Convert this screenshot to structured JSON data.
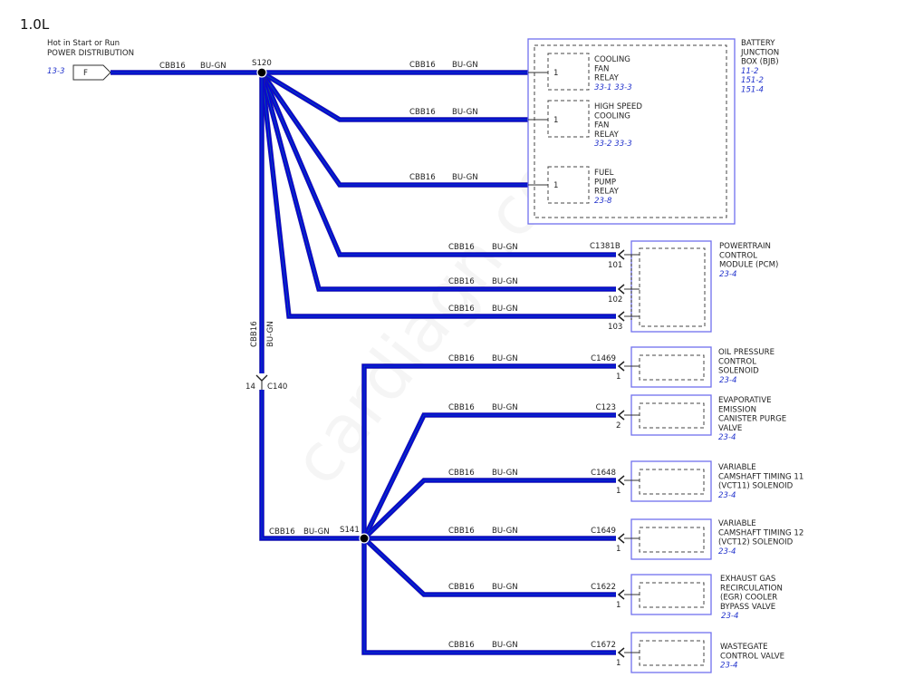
{
  "title": "1.0L",
  "power": {
    "line1": "Hot in Start or Run",
    "line2": "POWER DISTRIBUTION",
    "ref": "13-3",
    "fuse_label": "F"
  },
  "wire": {
    "circuit": "CBB16",
    "color": "BU-GN"
  },
  "colors": {
    "wire": "#0000e0",
    "stripe": "#1e8a6a",
    "component_border": "#7070ee",
    "reference": "#2233cc"
  },
  "splices": {
    "s120": "S120",
    "s141": "S141"
  },
  "inline_connector": {
    "id": "C140",
    "pin": "14"
  },
  "bjb": {
    "name": [
      "BATTERY",
      "JUNCTION",
      "BOX (BJB)"
    ],
    "refs": [
      "11-2",
      "151-2",
      "151-4"
    ],
    "relays": [
      {
        "pin": "1",
        "name": [
          "COOLING",
          "FAN",
          "RELAY"
        ],
        "refs": "33-1    33-3"
      },
      {
        "pin": "1",
        "name": [
          "HIGH SPEED",
          "COOLING",
          "FAN",
          "RELAY"
        ],
        "refs": "33-2    33-3"
      },
      {
        "pin": "1",
        "name": [
          "FUEL",
          "PUMP",
          "RELAY"
        ],
        "refs": "23-8"
      }
    ]
  },
  "pcm": {
    "connector": "C1381B",
    "name": [
      "POWERTRAIN",
      "CONTROL",
      "MODULE (PCM)"
    ],
    "ref": "23-4",
    "pins": [
      "101",
      "102",
      "103"
    ]
  },
  "components": [
    {
      "connector": "C1469",
      "pin": "1",
      "name": [
        "OIL PRESSURE",
        "CONTROL",
        "SOLENOID"
      ],
      "ref": "23-4"
    },
    {
      "connector": "C123",
      "pin": "2",
      "name": [
        "EVAPORATIVE",
        "EMISSION",
        "CANISTER PURGE",
        "VALVE"
      ],
      "ref": "23-4"
    },
    {
      "connector": "C1648",
      "pin": "1",
      "name": [
        "VARIABLE",
        "CAMSHAFT TIMING 11",
        "(VCT11) SOLENOID"
      ],
      "ref": "23-4"
    },
    {
      "connector": "C1649",
      "pin": "1",
      "name": [
        "VARIABLE",
        "CAMSHAFT TIMING 12",
        "(VCT12) SOLENOID"
      ],
      "ref": "23-4"
    },
    {
      "connector": "C1622",
      "pin": "1",
      "name": [
        "EXHAUST GAS",
        "RECIRCULATION",
        "(EGR) COOLER",
        "BYPASS VALVE"
      ],
      "ref": "23-4"
    },
    {
      "connector": "C1672",
      "pin": "1",
      "name": [
        "WASTEGATE",
        "CONTROL VALVE"
      ],
      "ref": "23-4"
    }
  ],
  "watermark": "cardiagn.com"
}
